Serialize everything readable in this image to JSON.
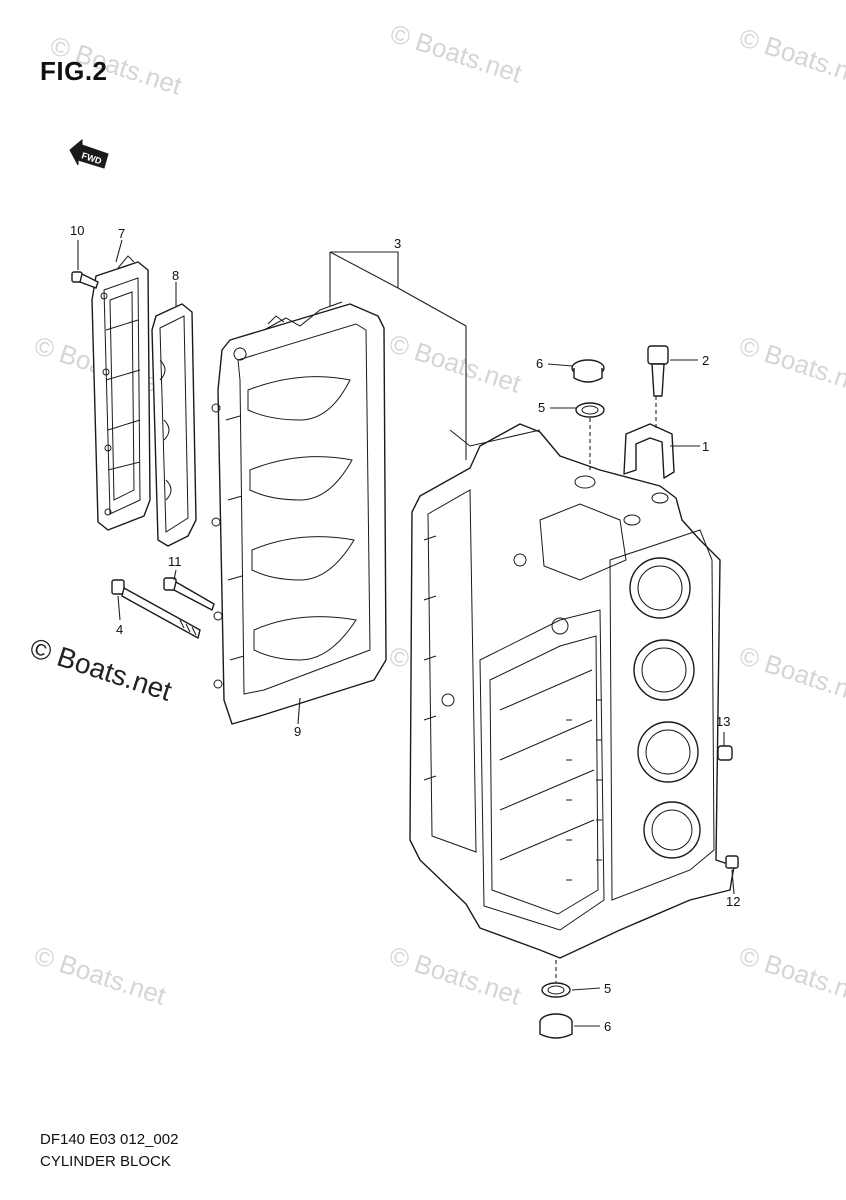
{
  "figure": {
    "title": "FIG.2",
    "direction_label": "FWD",
    "drawing_code": "DF140 E03 012_002",
    "caption": "CYLINDER BLOCK"
  },
  "watermarks": {
    "faint": "© Boats.net",
    "prominent": "© Boats.net"
  },
  "callouts": [
    {
      "id": "c1",
      "label": "1"
    },
    {
      "id": "c2",
      "label": "2"
    },
    {
      "id": "c3",
      "label": "3"
    },
    {
      "id": "c4",
      "label": "4"
    },
    {
      "id": "c5a",
      "label": "5"
    },
    {
      "id": "c5b",
      "label": "5"
    },
    {
      "id": "c6a",
      "label": "6"
    },
    {
      "id": "c6b",
      "label": "6"
    },
    {
      "id": "c7",
      "label": "7"
    },
    {
      "id": "c8",
      "label": "8"
    },
    {
      "id": "c9",
      "label": "9"
    },
    {
      "id": "c10",
      "label": "10"
    },
    {
      "id": "c11",
      "label": "11"
    },
    {
      "id": "c12",
      "label": "12"
    },
    {
      "id": "c13",
      "label": "13"
    }
  ]
}
